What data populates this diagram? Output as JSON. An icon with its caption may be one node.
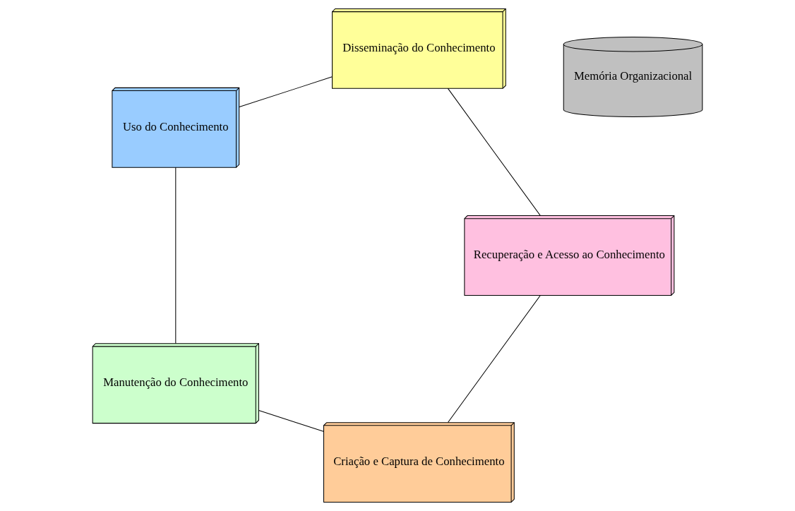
{
  "diagram": {
    "nodes": [
      {
        "text": [
          "Criação e Captura de Conhecimento"
        ]
      },
      {
        "text": [
          "Manutenção do Conhecimento"
        ]
      },
      {
        "text": [
          "Memória Organizacional"
        ]
      },
      {
        "text": [
          "Recuperação e Acesso ao Conhecimento"
        ]
      },
      {
        "text": [
          "Uso do Conhecimento"
        ]
      },
      {
        "text": [
          "Disseminação do Conhecimento"
        ]
      }
    ],
    "edges": [
      {
        "from": 0,
        "to": 1,
        "arrow": "none"
      },
      {
        "from": 1,
        "to": 4,
        "arrow": "none"
      },
      {
        "from": 4,
        "to": 5,
        "arrow": "none"
      },
      {
        "from": 5,
        "to": 3,
        "arrow": "none"
      },
      {
        "from": 3,
        "to": 0,
        "arrow": "none"
      }
    ]
  }
}
